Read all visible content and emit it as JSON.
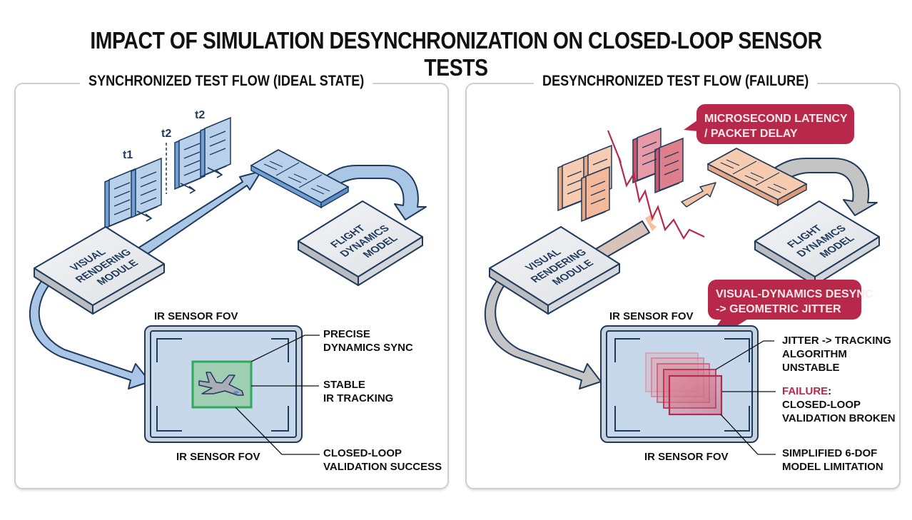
{
  "title": "IMPACT OF SIMULATION DESYNCHRONIZATION ON CLOSED-LOOP SENSOR TESTS",
  "colors": {
    "blue_fill": "#a9c6e6",
    "blue_dark": "#5c8fc7",
    "navy_outline": "#1f3a5c",
    "fov_fill": "#c9d9e8",
    "green_target": "#2eaa5a",
    "crimson": "#b8284a",
    "peach": "#f3c2a2",
    "pink_packet": "#e07f8c",
    "gray_arrow": "#c4c4c4"
  },
  "left_panel": {
    "heading": "SYNCHRONIZED TEST FLOW (IDEAL STATE)",
    "time_labels": [
      "t1",
      "t2",
      "t2"
    ],
    "visual_module": [
      "VISUAL",
      "RENDERING",
      "MODULE"
    ],
    "flight_model": [
      "FLIGHT",
      "DYNAMICS",
      "MODEL"
    ],
    "fov_label_top": "IR SENSOR FOV",
    "fov_label_bottom": "IR SENSOR FOV",
    "callouts": [
      [
        "PRECISE",
        "DYNAMICS SYNC"
      ],
      [
        "STABLE",
        "IR TRACKING"
      ],
      [
        "CLOSED-LOOP",
        "VALIDATION SUCCESS"
      ]
    ]
  },
  "right_panel": {
    "heading": "DESYNCHRONIZED TEST FLOW (FAILURE)",
    "latency_bubble": [
      "MICROSECOND LATENCY",
      "/ PACKET DELAY"
    ],
    "desync_bubble": [
      "VISUAL-DYNAMICS DESYNC",
      "-> GEOMETRIC JITTER"
    ],
    "visual_module": [
      "VISUAL",
      "RENDERING",
      "MODULE"
    ],
    "flight_model": [
      "FLIGHT",
      "DYNAMICS",
      "MODEL"
    ],
    "fov_label_top": "IR SENSOR FOV",
    "fov_label_bottom": "IR SENSOR FOV",
    "callouts": [
      [
        "JITTER -> TRACKING",
        "ALGORITHM",
        "UNSTABLE"
      ],
      [
        "FAILURE",
        ":",
        "CLOSED-LOOP",
        "VALIDATION BROKEN"
      ],
      [
        "SIMPLIFIED 6-DOF",
        "MODEL LIMITATION"
      ]
    ]
  }
}
